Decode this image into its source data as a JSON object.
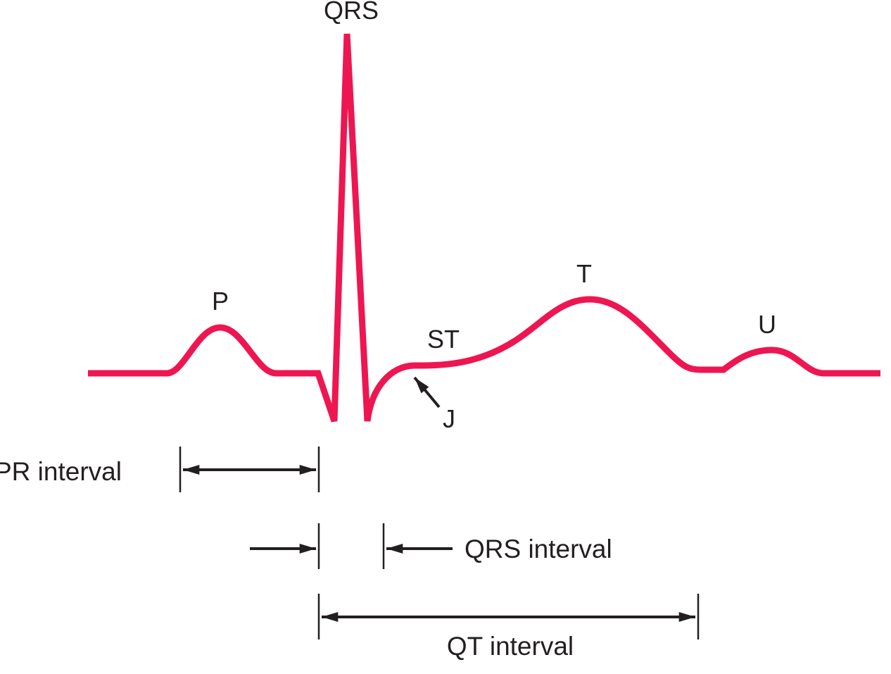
{
  "title": "ECG waveform",
  "colors": {
    "trace": "#ee1651",
    "ink": "#231f20"
  },
  "waves": {
    "p": "P",
    "qrs": "QRS",
    "st": "ST",
    "t": "T",
    "u": "U",
    "j": "J"
  },
  "intervals": {
    "pr": "PR interval",
    "qrs": "QRS interval",
    "qt": "QT interval"
  }
}
